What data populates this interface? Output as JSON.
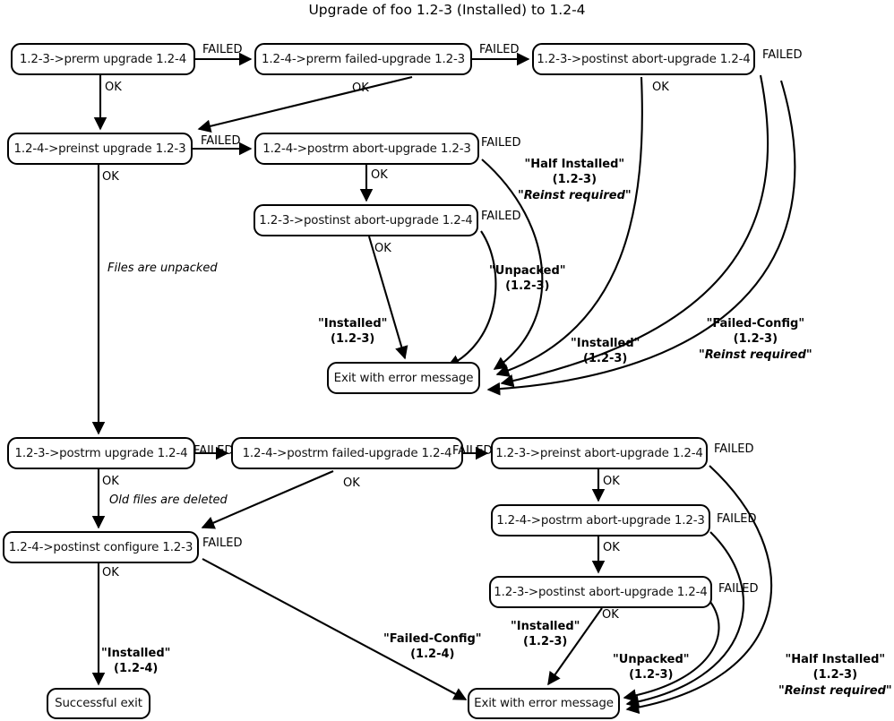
{
  "title": "Upgrade of foo 1.2-3 (Installed) to 1.2-4",
  "nodes": [
    {
      "id": "prerm_upgrade",
      "label": "1.2-3->prerm upgrade 1.2-4"
    },
    {
      "id": "prerm_failed_upgrade",
      "label": "1.2-4->prerm failed-upgrade 1.2-3"
    },
    {
      "id": "postinst_abort_top",
      "label": "1.2-3->postinst abort-upgrade 1.2-4"
    },
    {
      "id": "preinst_upgrade",
      "label": "1.2-4->preinst upgrade 1.2-3"
    },
    {
      "id": "postrm_abort_mid",
      "label": "1.2-4->postrm abort-upgrade 1.2-3"
    },
    {
      "id": "postinst_abort_mid",
      "label": "1.2-3->postinst abort-upgrade 1.2-4"
    },
    {
      "id": "exit_error_top",
      "label": "Exit with error message"
    },
    {
      "id": "postrm_upgrade",
      "label": "1.2-3->postrm upgrade 1.2-4"
    },
    {
      "id": "postrm_failed_upgrade",
      "label": "1.2-4->postrm failed-upgrade 1.2-4"
    },
    {
      "id": "preinst_abort",
      "label": "1.2-3->preinst abort-upgrade 1.2-4"
    },
    {
      "id": "postinst_configure",
      "label": "1.2-4->postinst configure 1.2-3"
    },
    {
      "id": "postrm_abort_bot",
      "label": "1.2-4->postrm abort-upgrade 1.2-3"
    },
    {
      "id": "postinst_abort_bot",
      "label": "1.2-3->postinst abort-upgrade 1.2-4"
    },
    {
      "id": "successful_exit",
      "label": "Successful exit"
    },
    {
      "id": "exit_error_bottom",
      "label": "Exit with error message"
    }
  ],
  "edge_labels": {
    "failed_1": "FAILED",
    "failed_2": "FAILED",
    "failed_3": "FAILED",
    "failed_4": "FAILED",
    "failed_5": "FAILED",
    "failed_6": "FAILED",
    "failed_7": "FAILED",
    "failed_8": "FAILED",
    "failed_9": "FAILED",
    "failed_10": "FAILED",
    "failed_11": "FAILED",
    "failed_12": "FAILED",
    "ok_1": "OK",
    "ok_2": "OK",
    "ok_3": "OK",
    "ok_4": "OK",
    "ok_5": "OK",
    "ok_6": "OK",
    "ok_7": "OK",
    "ok_8": "OK",
    "ok_9": "OK",
    "ok_10": "OK",
    "ok_11": "OK",
    "ok_12": "OK"
  },
  "notes": {
    "files_unpacked": "Files are unpacked",
    "old_files_deleted": "Old files are deleted"
  },
  "state_labels": {
    "half_installed_top": {
      "line1": "\"Half Installed\"",
      "line2": "(1.2-3)",
      "line3": "\"Reinst required\""
    },
    "unpacked_top": {
      "line1": "\"Unpacked\"",
      "line2": "(1.2-3)",
      "line3": ""
    },
    "installed_top_left": {
      "line1": "\"Installed\"",
      "line2": "(1.2-3)",
      "line3": ""
    },
    "installed_top_right": {
      "line1": "\"Installed\"",
      "line2": "(1.2-3)",
      "line3": ""
    },
    "failed_config_top": {
      "line1": "\"Failed-Config\"",
      "line2": "(1.2-3)",
      "line3": "\"Reinst required\""
    },
    "installed_bottom": {
      "line1": "\"Installed\"",
      "line2": "(1.2-4)",
      "line3": ""
    },
    "failed_config_bottom": {
      "line1": "\"Failed-Config\"",
      "line2": "(1.2-4)",
      "line3": ""
    },
    "installed_bot_mid": {
      "line1": "\"Installed\"",
      "line2": "(1.2-3)",
      "line3": ""
    },
    "unpacked_bottom": {
      "line1": "\"Unpacked\"",
      "line2": "(1.2-3)",
      "line3": ""
    },
    "half_installed_bottom": {
      "line1": "\"Half Installed\"",
      "line2": "(1.2-3)",
      "line3": "\"Reinst required\""
    }
  },
  "colors": {
    "stroke": "#000000",
    "background": "#ffffff",
    "text": "#111111"
  }
}
